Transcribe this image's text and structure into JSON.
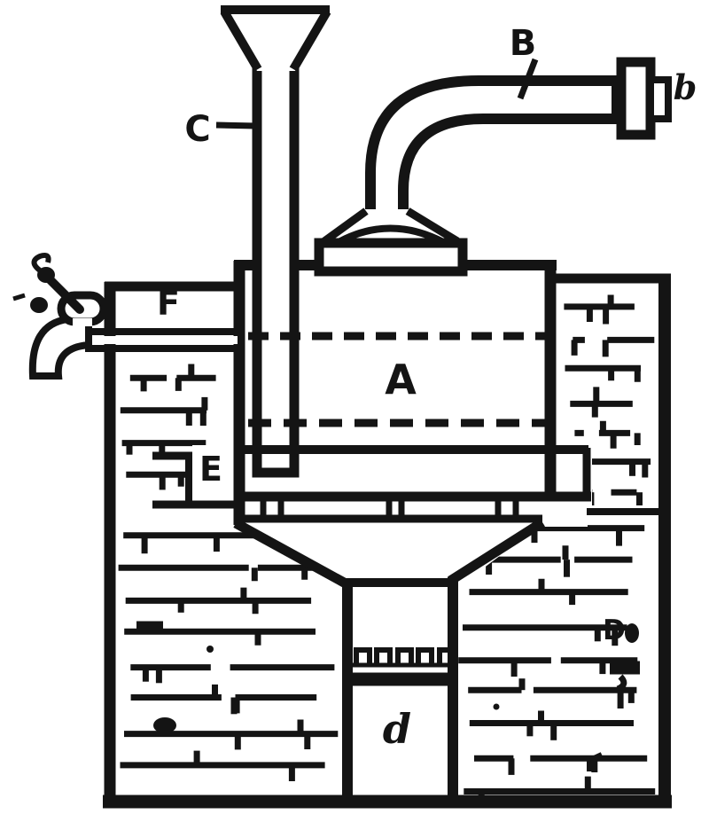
{
  "diagram": {
    "ink_color": "#141414",
    "paper_color": "#ffffff",
    "labels": {
      "vessel": "A",
      "outlet_pipe": "B",
      "funnel_tube": "C",
      "brickwork": "D",
      "flue_ledge": "E",
      "water_chamber": "F",
      "pipe_end": "b",
      "firebox": "d"
    }
  }
}
